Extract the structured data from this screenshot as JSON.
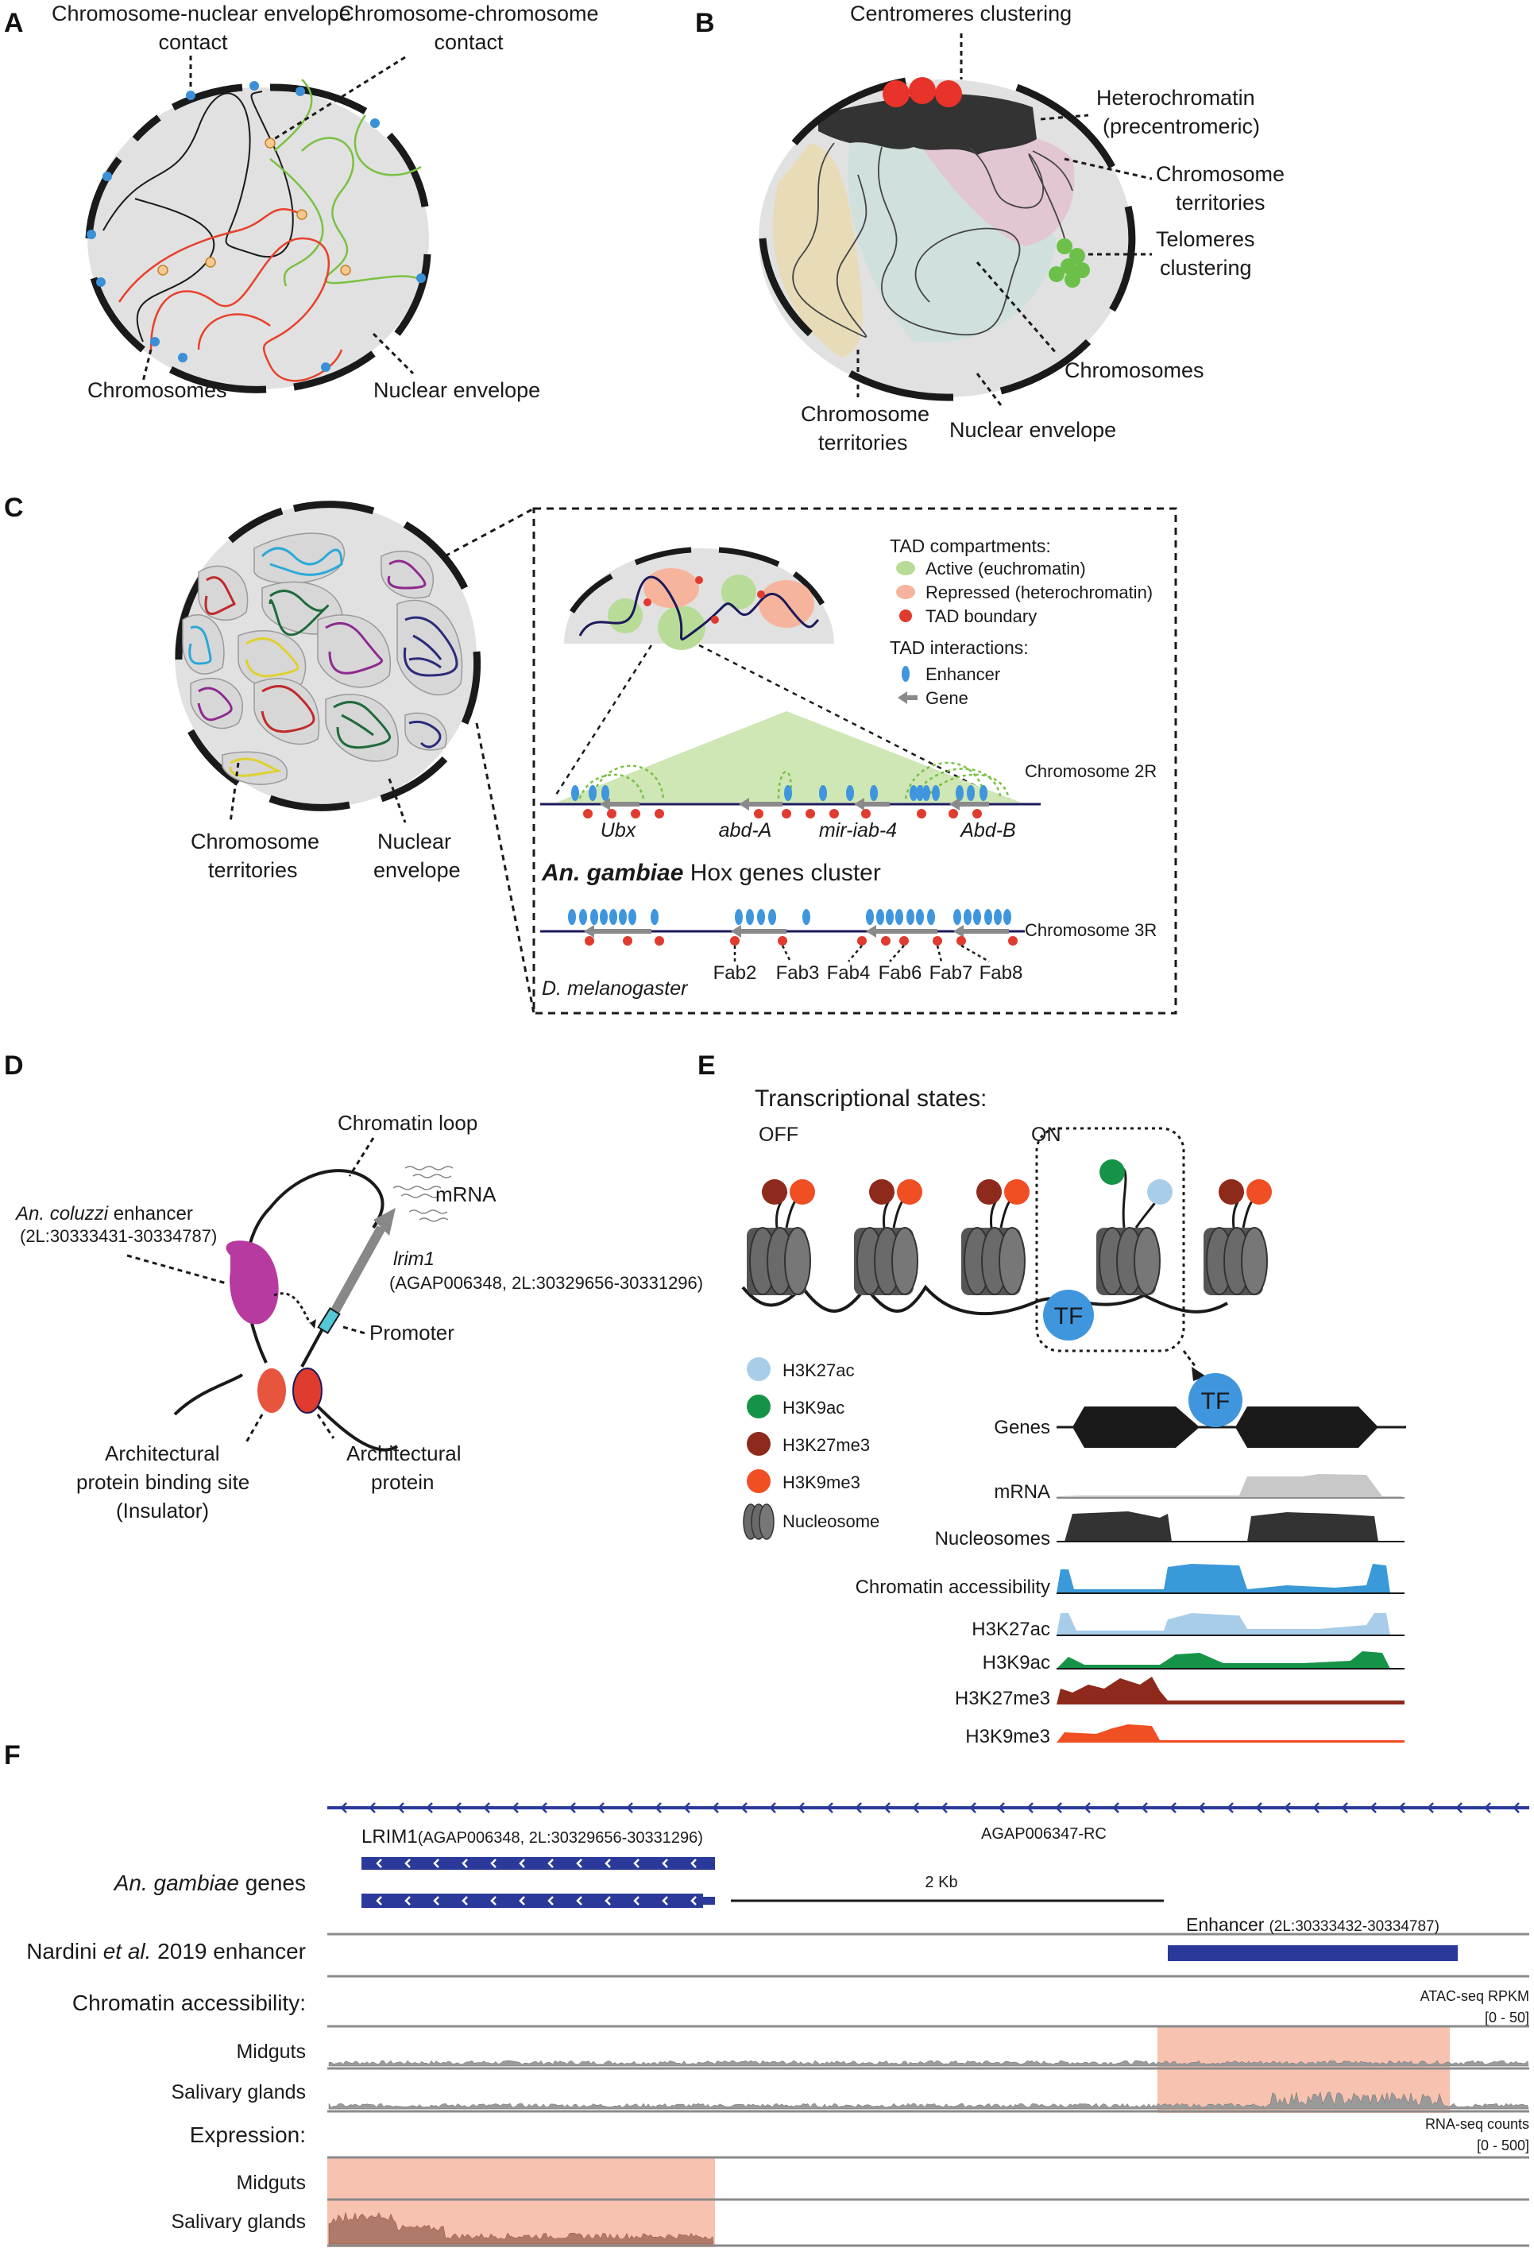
{
  "panels": {
    "A": {
      "letter": "A",
      "label_cn_contact": "Chromosome-nuclear envelope",
      "label_cn_contact2": "contact",
      "label_cc_contact": "Chromosome-chromosome",
      "label_cc_contact2": "contact",
      "label_chromosomes": "Chromosomes",
      "label_envelope": "Nuclear envelope"
    },
    "B": {
      "letter": "B",
      "label_centromeres": "Centromeres clustering",
      "label_hetero1": "Heterochromatin",
      "label_hetero2": "(precentromeric)",
      "label_territories1": "Chromosome",
      "label_territories2": "territories",
      "label_telomeres1": "Telomeres",
      "label_telomeres2": "clustering",
      "label_chromosomes": "Chromosomes",
      "label_bottom_territories1": "Chromosome",
      "label_bottom_territories2": "territories",
      "label_envelope": "Nuclear envelope"
    },
    "C": {
      "letter": "C",
      "label_territories1": "Chromosome",
      "label_territories2": "territories",
      "label_envelope1": "Nuclear",
      "label_envelope2": "envelope",
      "legend_compartments_title": "TAD compartments:",
      "legend_active": "Active (euchromatin)",
      "legend_repressed": "Repressed (heterochromatin)",
      "legend_boundary": "TAD boundary",
      "legend_interactions_title": "TAD interactions:",
      "legend_enhancer": "Enhancer",
      "legend_gene": "Gene",
      "chrom_2r": "Chromosome 2R",
      "chrom_3r": "Chromosome 3R",
      "genes_2r": [
        "Ubx",
        "abd-A",
        "mir-iab-4",
        "Abd-B"
      ],
      "cluster_title_italic": "An. gambiae",
      "cluster_title_rest": " Hox genes cluster",
      "species_3r": "D. melanogaster",
      "fab_labels": [
        "Fab2",
        "Fab3",
        "Fab4",
        "Fab6",
        "Fab7",
        "Fab8"
      ]
    },
    "D": {
      "letter": "D",
      "label_loop": "Chromatin loop",
      "label_mrna": "mRNA",
      "label_enhancer_italic": "An. coluzzi",
      "label_enhancer_rest": " enhancer",
      "label_enhancer_coords": "(2L:30333431-30334787)",
      "label_gene": "lrim1",
      "label_gene_coords": "(AGAP006348, 2L:30329656-30331296)",
      "label_promoter": "Promoter",
      "label_binding1": "Architectural",
      "label_binding2": "protein binding site",
      "label_binding3": "(Insulator)",
      "label_protein1": "Architectural",
      "label_protein2": "protein"
    },
    "E": {
      "letter": "E",
      "title": "Transcriptional states:",
      "off": "OFF",
      "on": "ON",
      "tf": "TF",
      "legend": [
        {
          "label": "H3K27ac",
          "color": "#a8cde9"
        },
        {
          "label": "H3K9ac",
          "color": "#159447"
        },
        {
          "label": "H3K27me3",
          "color": "#8e2a1c"
        },
        {
          "label": "H3K9me3",
          "color": "#f04e23"
        },
        {
          "label": "Nucleosome",
          "color": "#4a4a4a"
        }
      ],
      "genes_label": "Genes",
      "tracks": [
        {
          "label": "mRNA",
          "color": "#c8c8c8"
        },
        {
          "label": "Nucleosomes",
          "color": "#333333"
        },
        {
          "label": "Chromatin accessibility",
          "color": "#3a9ad9"
        },
        {
          "label": "H3K27ac",
          "color": "#a8cde9"
        },
        {
          "label": "H3K9ac",
          "color": "#159447"
        },
        {
          "label": "H3K27me3",
          "color": "#8e2a1c"
        },
        {
          "label": "H3K9me3",
          "color": "#f04e23"
        }
      ]
    },
    "F": {
      "letter": "F",
      "gene_lrim1": "LRIM1",
      "gene_lrim1_coords": "(AGAP006348, 2L:30329656-30331296)",
      "gene_other": "AGAP006347-RC",
      "scale": "2 Kb",
      "row_genes_italic": "An. gambiae",
      "row_genes_rest": " genes",
      "row_enhancer_a": "Nardini ",
      "row_enhancer_b": "et al.",
      "row_enhancer_c": " 2019 enhancer",
      "enhancer_label": "Enhancer",
      "enhancer_coords": "(2L:30333432-30334787)",
      "row_accessibility": "Chromatin accessibility:",
      "atac_label": "ATAC-seq RPKM",
      "atac_range": "[0 - 50]",
      "row_midguts": "Midguts",
      "row_salivary": "Salivary glands",
      "row_expression": "Expression:",
      "rna_label": "RNA-seq counts",
      "rna_range": "[0 - 500]",
      "row_midguts2": "Midguts",
      "row_salivary2": "Salivary glands"
    }
  },
  "colors": {
    "nucleus_fill": "#e1e1e1",
    "envelope": "#1a1a1a",
    "highlight": "#f7c2b0",
    "gene_blue": "#2b3a9a",
    "enhancer_blue": "#3f96dd",
    "boundary_red": "#e03b2f"
  }
}
